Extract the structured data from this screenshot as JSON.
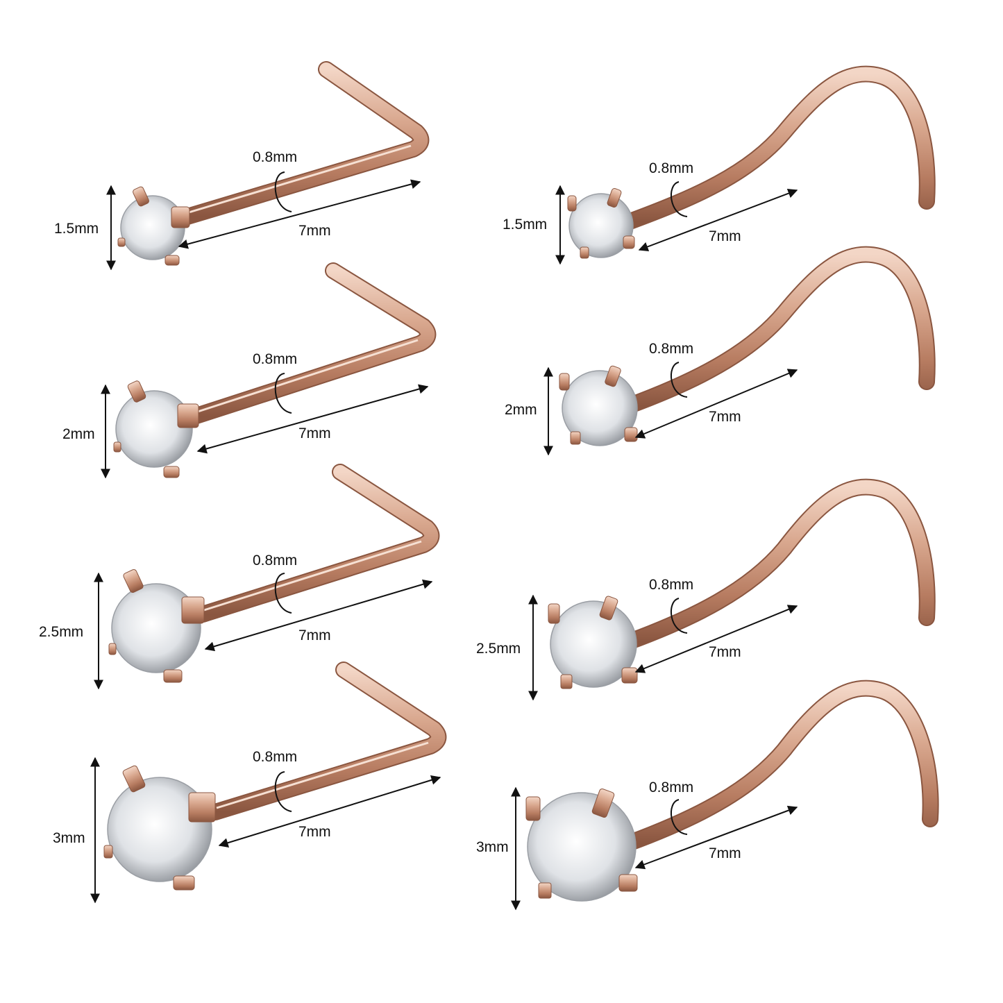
{
  "product": "Nose stud set",
  "colors": {
    "metal": "#c9957b",
    "metal_dark": "#8a5640",
    "metal_light": "#f4d9cb",
    "gem": "#eef0f2",
    "gem_dark": "#7a7e84",
    "annotation": "#111111",
    "background": "#ffffff"
  },
  "left_column": {
    "style": "L-shape",
    "items": [
      {
        "gem_size": "1.5mm",
        "gauge": "0.8mm",
        "length": "7mm"
      },
      {
        "gem_size": "2mm",
        "gauge": "0.8mm",
        "length": "7mm"
      },
      {
        "gem_size": "2.5mm",
        "gauge": "0.8mm",
        "length": "7mm"
      },
      {
        "gem_size": "3mm",
        "gauge": "0.8mm",
        "length": "7mm"
      }
    ]
  },
  "right_column": {
    "style": "Screw",
    "items": [
      {
        "gem_size": "1.5mm",
        "gauge": "0.8mm",
        "length": "7mm"
      },
      {
        "gem_size": "2mm",
        "gauge": "0.8mm",
        "length": "7mm"
      },
      {
        "gem_size": "2.5mm",
        "gauge": "0.8mm",
        "length": "7mm"
      },
      {
        "gem_size": "3mm",
        "gauge": "0.8mm",
        "length": "7mm"
      }
    ]
  }
}
